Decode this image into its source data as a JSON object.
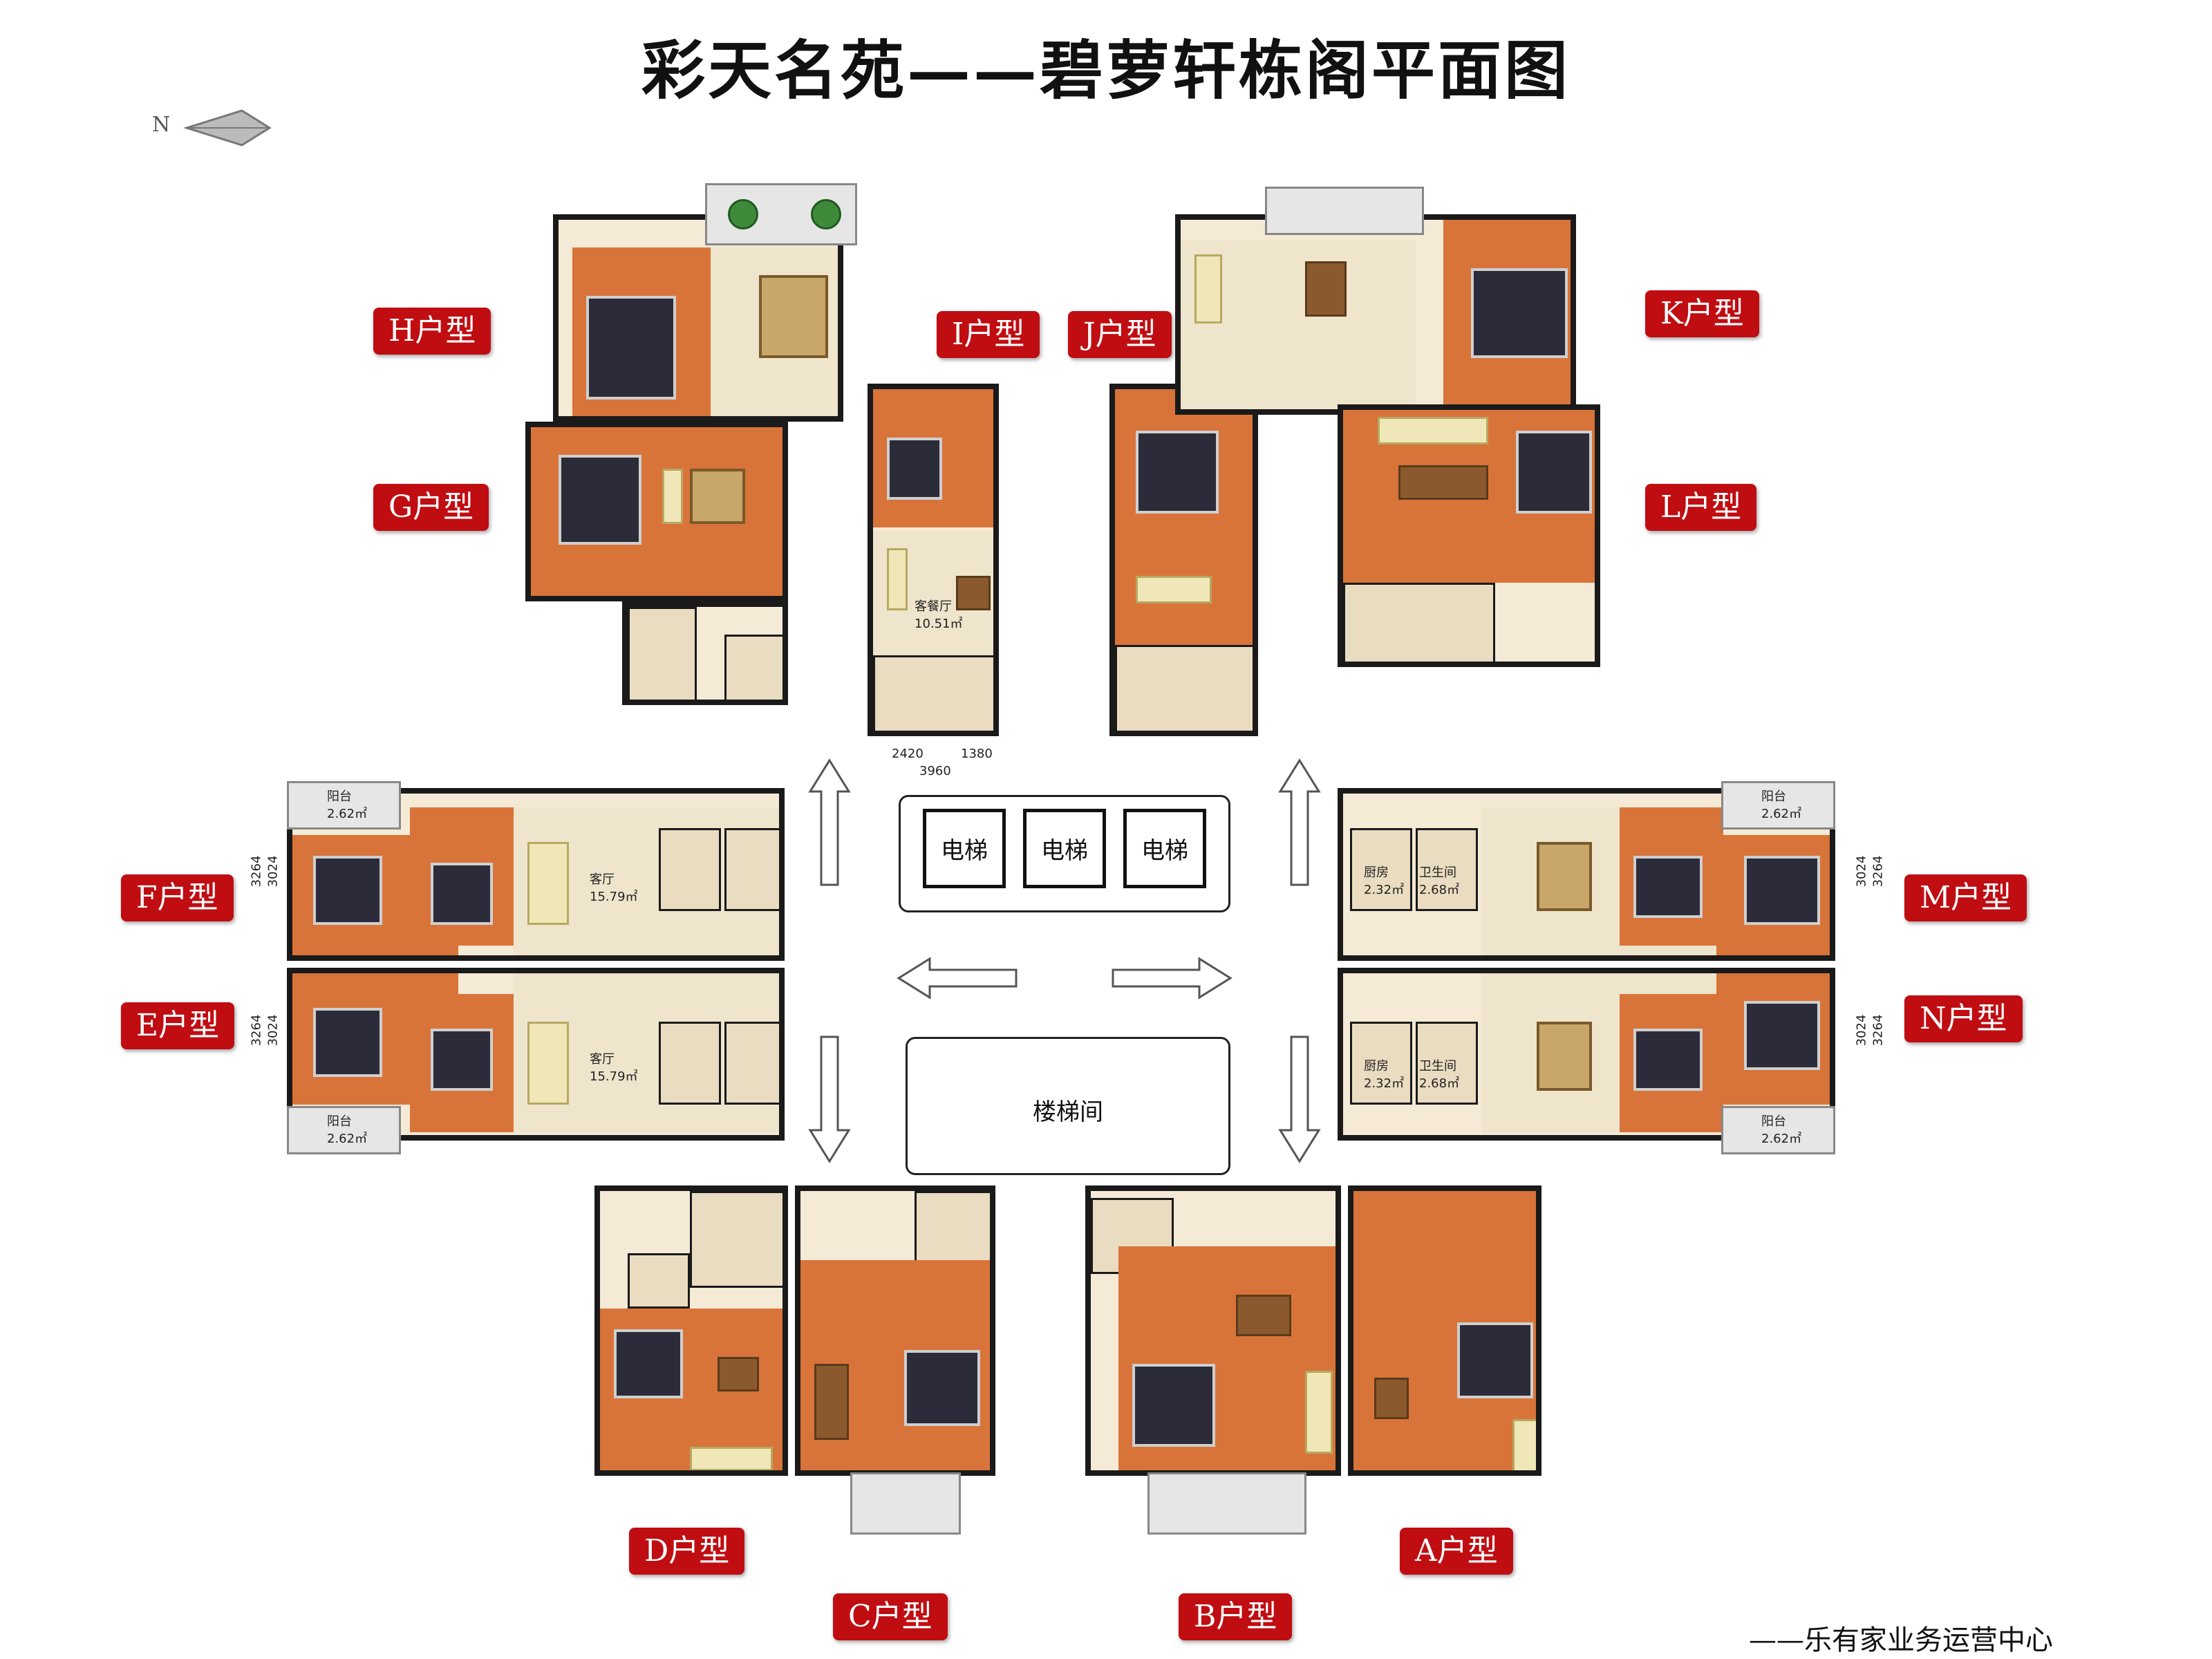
{
  "title": "彩天名苑——碧萝轩栋阁平面图",
  "north_label": "N",
  "units": {
    "A": "A户型",
    "B": "B户型",
    "C": "C户型",
    "D": "D户型",
    "E": "E户型",
    "F": "F户型",
    "G": "G户型",
    "H": "H户型",
    "I": "I户型",
    "J": "J户型",
    "K": "K户型",
    "L": "L户型",
    "M": "M户型",
    "N": "N户型"
  },
  "core": {
    "elevator": "电梯",
    "stairs": "楼梯间"
  },
  "rooms": {
    "balcony": "阳台",
    "balcony_area": "2.62㎡",
    "living": "客厅",
    "living_area": "15.79㎡",
    "bath": "卫生间",
    "bath_area": "2.68㎡",
    "kitchen": "厨房",
    "kitchen_area": "2.32㎡",
    "dining_living": "客餐厅",
    "dining_area": "10.51㎡"
  },
  "dimensions": {
    "left_v": [
      "3264",
      "3024"
    ],
    "right_v": [
      "3024",
      "3264"
    ],
    "i_bottom": [
      "2420",
      "1380",
      "3960"
    ]
  },
  "footer": "——乐有家业务运营中心",
  "colors": {
    "badge": "#c00d12",
    "room_orange": "#d8743a",
    "tile": "#eadcc0",
    "wall": "#1a1a1a"
  }
}
